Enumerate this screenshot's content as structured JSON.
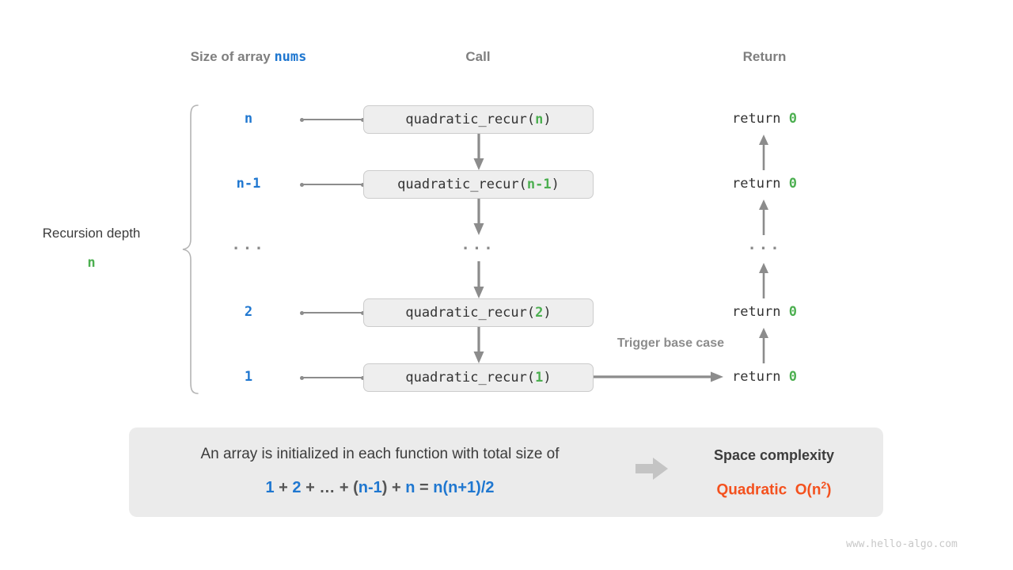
{
  "headers": {
    "size": "Size of array ",
    "size_mono": "nums",
    "call": "Call",
    "return": "Return"
  },
  "depth_caption": {
    "title": "Recursion depth",
    "value": "n"
  },
  "rows": [
    {
      "size": "n",
      "call_name": "quadratic_recur(",
      "call_arg": "n",
      "call_close": ")",
      "ret": "return ",
      "ret_value": "0"
    },
    {
      "size": "n-1",
      "call_name": "quadratic_recur(",
      "call_arg": "n-1",
      "call_close": ")",
      "ret": "return ",
      "ret_value": "0"
    },
    {
      "size": "...",
      "call_name": "...",
      "call_arg": "",
      "call_close": "",
      "ret": "...",
      "ret_value": ""
    },
    {
      "size": "2",
      "call_name": "quadratic_recur(",
      "call_arg": "2",
      "call_close": ")",
      "ret": "return ",
      "ret_value": "0"
    },
    {
      "size": "1",
      "call_name": "quadratic_recur(",
      "call_arg": "1",
      "call_close": ")",
      "ret": "return ",
      "ret_value": "0"
    }
  ],
  "trigger_note": "Trigger base case",
  "summary": {
    "text": "An array is initialized in each function with total size of",
    "formula_parts": [
      {
        "t": "1",
        "c": "b"
      },
      {
        "t": " + ",
        "c": "g"
      },
      {
        "t": "2",
        "c": "b"
      },
      {
        "t": " + ",
        "c": "g"
      },
      {
        "t": "…",
        "c": "g"
      },
      {
        "t": " + ",
        "c": "g"
      },
      {
        "t": "(",
        "c": "g"
      },
      {
        "t": "n-1",
        "c": "b"
      },
      {
        "t": ")",
        "c": "g"
      },
      {
        "t": " + ",
        "c": "g"
      },
      {
        "t": "n",
        "c": "b"
      },
      {
        "t": " = ",
        "c": "g"
      },
      {
        "t": "n(n+1)/2",
        "c": "b"
      }
    ],
    "right_title": "Space complexity",
    "right_value_word": "Quadratic",
    "right_value_notation": "O(n",
    "right_value_exponent": "2",
    "right_value_close": ")"
  },
  "watermark": "www.hello-algo.com",
  "colors": {
    "blue": "#1f77d0",
    "green": "#4caf50",
    "orange": "#f4511e",
    "gray": "#8c8c8c",
    "box_fill": "#eeeeee",
    "panel_fill": "#ebebeb"
  }
}
